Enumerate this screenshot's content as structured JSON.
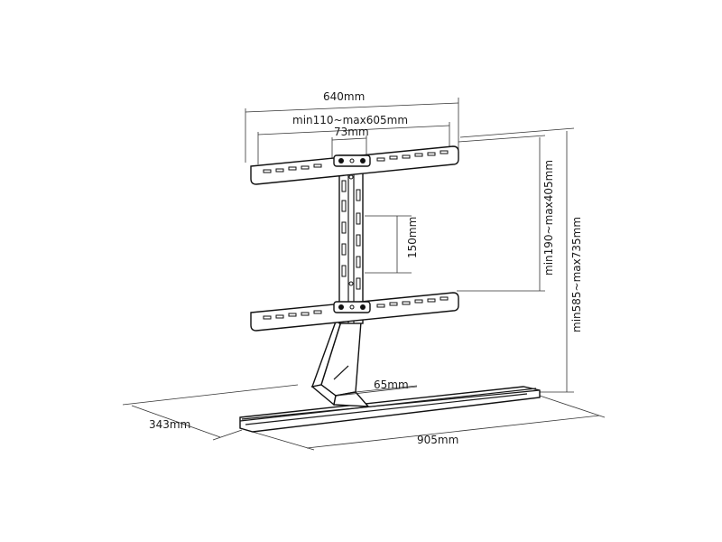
{
  "colors": {
    "line": "#1a1a1a",
    "background": "#ffffff"
  },
  "dimensions": {
    "width_outer": "640mm",
    "width_vesa": "min110~max605mm",
    "center_gap": "73mm",
    "height_adjust": "150mm",
    "vesa_height": "min190~max405mm",
    "total_height": "min585~max735mm",
    "neck_width": "65mm",
    "base_width": "905mm",
    "base_depth": "343mm"
  }
}
